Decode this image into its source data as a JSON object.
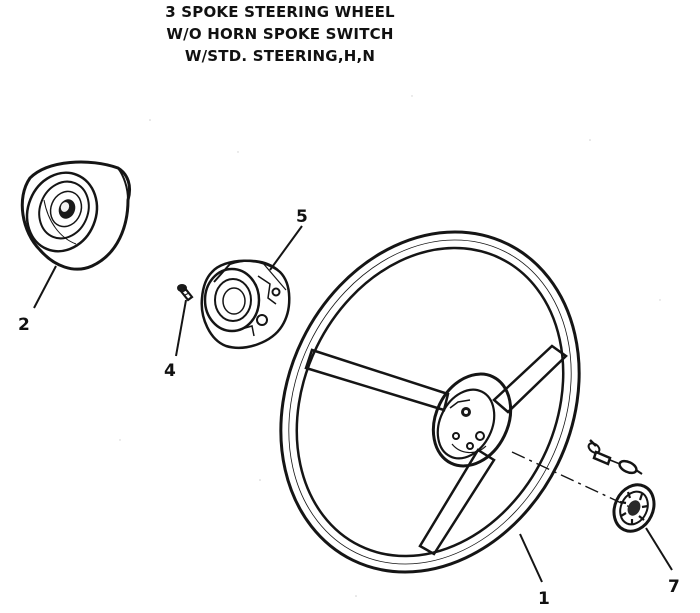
{
  "title": {
    "line1": "3 SPOKE STEERING WHEEL",
    "line2": "W/O HORN SPOKE SWITCH",
    "line3": "W/STD. STEERING,H,N"
  },
  "callouts": {
    "c1": "1",
    "c2": "2",
    "c4": "4",
    "c5": "5",
    "c7": "7"
  }
}
